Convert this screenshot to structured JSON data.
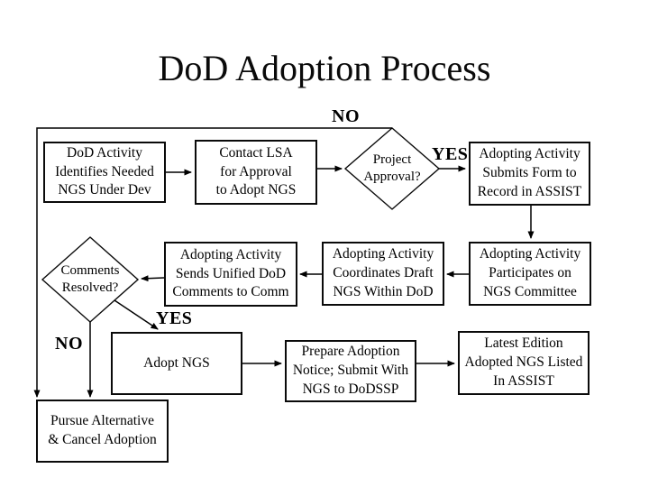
{
  "title": "DoD Adoption Process",
  "nodes": {
    "identify": {
      "label": "DoD Activity\nIdentifies Needed\nNGS Under Dev"
    },
    "contact": {
      "label": "Contact LSA\nfor Approval\nto Adopt NGS"
    },
    "approval": {
      "label": "Project\nApproval?"
    },
    "submit": {
      "label": "Adopting Activity\nSubmits Form to\nRecord in ASSIST"
    },
    "participate": {
      "label": "Adopting Activity\nParticipates on\nNGS Committee"
    },
    "coordinate": {
      "label": "Adopting Activity\nCoordinates Draft\nNGS Within DoD"
    },
    "comments": {
      "label": "Adopting Activity\nSends Unified DoD\nComments to Comm"
    },
    "resolved": {
      "label": "Comments\nResolved?"
    },
    "adopt": {
      "label": "Adopt NGS"
    },
    "notice": {
      "label": "Prepare Adoption\nNotice; Submit With\nNGS to DoDSSP"
    },
    "latest": {
      "label": "Latest Edition\nAdopted NGS Listed\nIn ASSIST"
    },
    "pursue": {
      "label": "Pursue Alternative\n& Cancel Adoption"
    }
  },
  "edge_labels": {
    "no_top": "NO",
    "yes_approval": "YES",
    "yes_resolved": "YES",
    "no_resolved": "NO"
  },
  "colors": {
    "background": "#ffffff",
    "line": "#000000",
    "text": "#000000"
  }
}
